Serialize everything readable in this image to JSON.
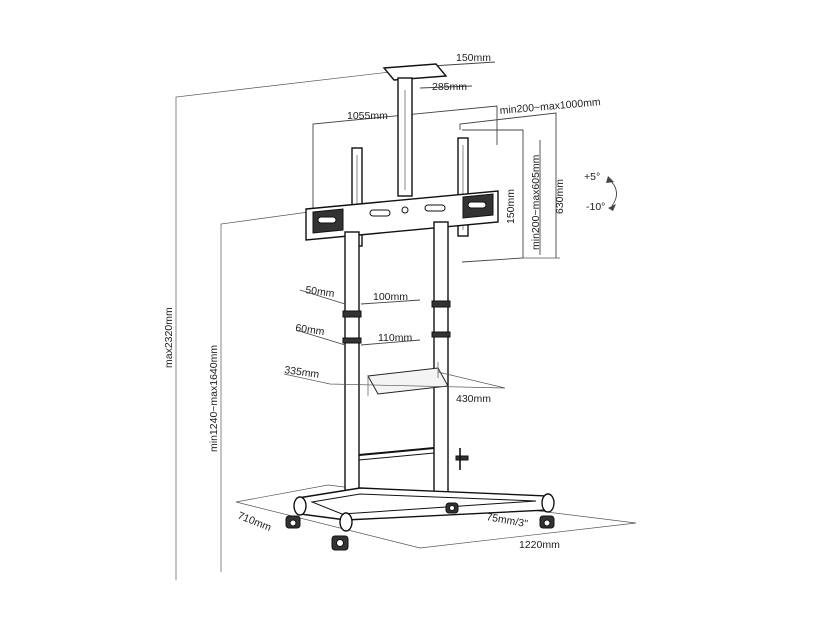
{
  "dimensions": {
    "d150": "150mm",
    "d285": "285mm",
    "d1055": "1055mm",
    "dvesaw": "min200~max1000mm",
    "d150v": "150mm",
    "dvesah": "min200~max605mm",
    "d630": "630mm",
    "tilt_up": "+5°",
    "tilt_down": "-10°",
    "d50": "50mm",
    "d100": "100mm",
    "d60": "60mm",
    "d110": "110mm",
    "d335": "335mm",
    "d430": "430mm",
    "dmax": "max2320mm",
    "dminmax": "min1240~max1640mm",
    "d710": "710mm",
    "d75": "75mm/3\"",
    "d1220": "1220mm"
  }
}
